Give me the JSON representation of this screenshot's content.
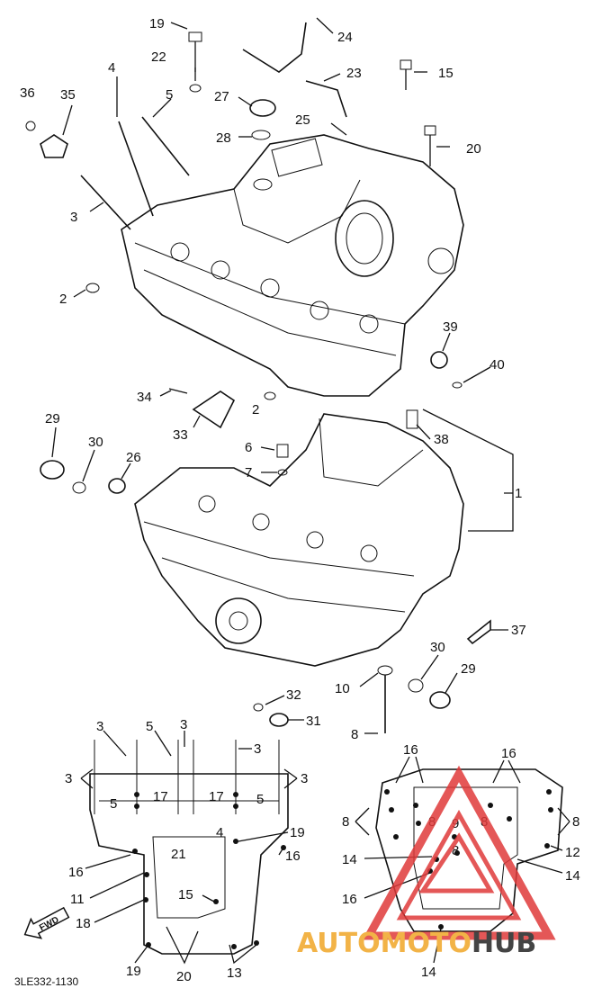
{
  "diagram": {
    "code": "3LE332-1130",
    "fwd_badge": "FWD",
    "callouts": {
      "p1": "1",
      "p2a": "2",
      "p2b": "2",
      "p3": "3",
      "p4": "4",
      "p5": "5",
      "p6": "6",
      "p7": "7",
      "p8": "8",
      "p10": "10",
      "p15": "15",
      "p19": "19",
      "p20": "20",
      "p22": "22",
      "p23": "23",
      "p24": "24",
      "p25": "25",
      "p26": "26",
      "p27": "27",
      "p28": "28",
      "p29a": "29",
      "p29b": "29",
      "p30a": "30",
      "p30b": "30",
      "p31": "31",
      "p32": "32",
      "p33": "33",
      "p34": "34",
      "p35": "35",
      "p36": "36",
      "p37": "37",
      "p38": "38",
      "p39": "39",
      "p40": "40"
    },
    "left_plan": {
      "l3a": "3",
      "l5a": "5",
      "l3b": "3",
      "l3c": "3",
      "l3d": "3",
      "l3e": "3",
      "l5b": "5",
      "l17a": "17",
      "l17b": "17",
      "l5c": "5",
      "l4": "4",
      "l19": "19",
      "l16a": "16",
      "l16b": "16",
      "l21": "21",
      "l11": "11",
      "l15": "15",
      "l18": "18",
      "l19b": "19",
      "l20": "20",
      "l13": "13"
    },
    "right_plan": {
      "r16a": "16",
      "r16b": "16",
      "r8a": "8",
      "r8b": "8",
      "r9": "9",
      "r8c": "8",
      "r8d": "8",
      "r8e": "8",
      "r14a": "14",
      "r12": "12",
      "r14b": "14",
      "r16c": "16",
      "r14c": "14"
    }
  },
  "watermark": {
    "part1": "AUTO",
    "part2": "MOTO",
    "part3": "HUB",
    "colors": {
      "accent": "#f2b347",
      "dark": "#444444",
      "triangle": "#e03a3a"
    }
  }
}
